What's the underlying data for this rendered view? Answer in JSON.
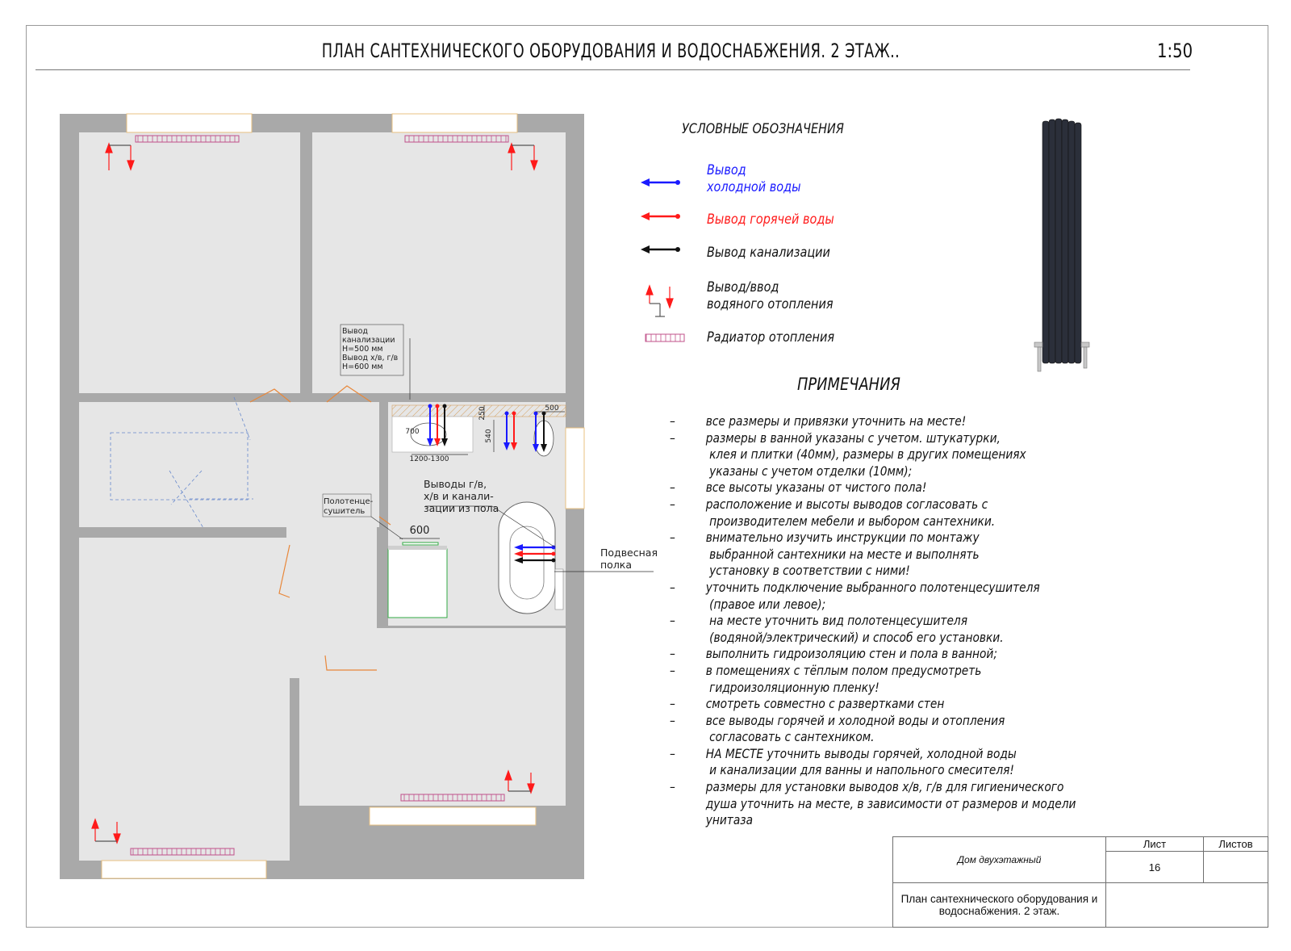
{
  "sheet": {
    "title": "ПЛАН САНТЕХНИЧЕСКОГО ОБОРУДОВАНИЯ И ВОДОСНАБЖЕНИЯ. 2 ЭТАЖ..",
    "scale": "1:50"
  },
  "legend": {
    "title": "УСЛОВНЫЕ ОБОЗНАЧЕНИЯ",
    "items": [
      {
        "key": "cold",
        "label": "Вывод\nхолодной воды",
        "color": "#1a1aff"
      },
      {
        "key": "hot",
        "label": "Вывод горячей воды",
        "color": "#ff1a1a"
      },
      {
        "key": "sewer",
        "label": "Вывод канализации",
        "color": "#111111"
      },
      {
        "key": "heating",
        "label": "Вывод/ввод\nводяного отопления",
        "color": "#ff1a1a"
      },
      {
        "key": "radiator",
        "label": "Радиатор отопления",
        "color": "#c0508a"
      }
    ]
  },
  "notes": {
    "title": "ПРИМЕЧАНИЯ",
    "items": [
      {
        "dash": "–",
        "text": "все размеры и привязки уточнить на месте!"
      },
      {
        "dash": "–",
        "text": "размеры в ванной указаны с учетом. штукатурки,\n клея и плитки (40мм), размеры в других помещениях\n указаны с учетом отделки (10мм);"
      },
      {
        "dash": "–",
        "text": "все высоты указаны от чистого пола!"
      },
      {
        "dash": "–",
        "text": "расположение и высоты выводов согласовать с\n производителем мебели и выбором сантехники."
      },
      {
        "dash": "–",
        "text": "внимательно изучить инструкции по монтажу\n выбранной сантехники на месте и выполнять\n установку в соответствии с ними!"
      },
      {
        "dash": "–",
        "text": "уточнить подключение выбранного полотенцесушителя\n (правое или левое);"
      },
      {
        "dash": "–",
        "text": " на месте уточнить вид полотенцесушителя\n (водяной/электрический) и способ его установки."
      },
      {
        "dash": "–",
        "text": "выполнить гидроизоляцию стен и пола в ванной;"
      },
      {
        "dash": "–",
        "text": "в помещениях с тёплым полом предусмотреть\n гидроизоляционную пленку!"
      },
      {
        "dash": "–",
        "text": "смотреть совместно с развертками стен"
      },
      {
        "dash": "–",
        "text": "все выводы горячей и холодной воды и отопления\n согласовать с сантехником."
      },
      {
        "dash": "–",
        "text": "НА МЕСТЕ уточнить выводы горячей, холодной воды\n и канализации для ванны и напольного смесителя!"
      },
      {
        "dash": "–",
        "text": "размеры для установки выводов х/в, г/в для гигиенического\nдуша уточнить на месте, в зависимости от размеров и модели\nунитаза"
      }
    ]
  },
  "plan_labels": {
    "sewer_callout": [
      "Вывод",
      "канализации",
      "H=500 мм",
      "Вывод х/в, г/в",
      "H=600 мм"
    ],
    "towel_dryer": [
      "Полотенце-",
      "сушитель"
    ],
    "floor_outlets": [
      "Выводы г/в,",
      "х/в и канали-",
      "зации из пола"
    ],
    "shelf": [
      "Подвесная",
      "полка"
    ],
    "dim_250": "250",
    "dim_500": "500",
    "dim_700": "700",
    "dim_540": "540",
    "dim_1200_1300": "1200-1300",
    "dim_600": "600"
  },
  "title_block": {
    "project": "Дом двухэтажный",
    "sheet_label": "Лист",
    "sheets_label": "Листов",
    "sheet_number": "16",
    "sheets_total": "",
    "drawing_name": "План сантехнического оборудования и водоснабжения. 2 этаж."
  },
  "colors": {
    "wall": "#a9a9a9",
    "floor": "#e6e6e6",
    "cold": "#1a1aff",
    "hot": "#ff1a1a",
    "sewer": "#111111",
    "door": "#e8873a",
    "radiator": "#c0508a",
    "fixture": "#33aa44",
    "hatch": "#d4a060"
  }
}
